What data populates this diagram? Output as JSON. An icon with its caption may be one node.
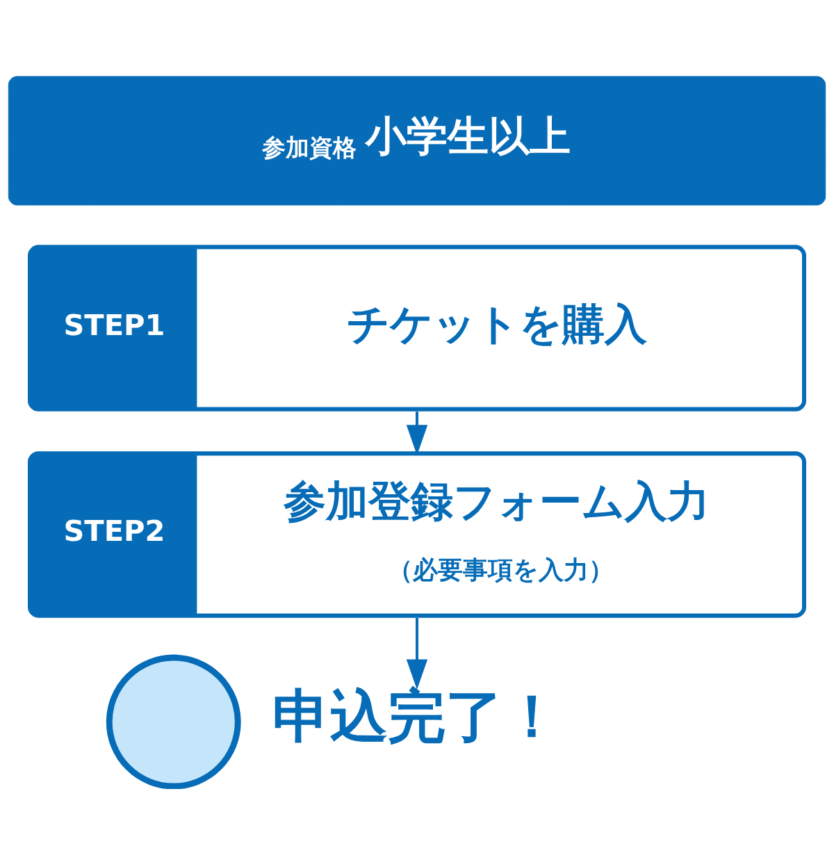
{
  "diagram": {
    "nodes": [
      {
        "text": [
          "参加資格",
          "小学生以上"
        ]
      },
      {
        "text": [
          "STEP1",
          "チケットを購入"
        ]
      },
      {
        "text": [
          "STEP2",
          "参加登録フォーム入力",
          "（必要事項を入力）"
        ]
      },
      {
        "text": [],
        "shape": "circle"
      },
      {
        "text": [
          "申込完了！"
        ]
      }
    ],
    "edges": [
      {
        "from": 1,
        "to": 2,
        "arrow": "to"
      },
      {
        "from": 2,
        "to": 4,
        "arrow": "to"
      }
    ]
  }
}
